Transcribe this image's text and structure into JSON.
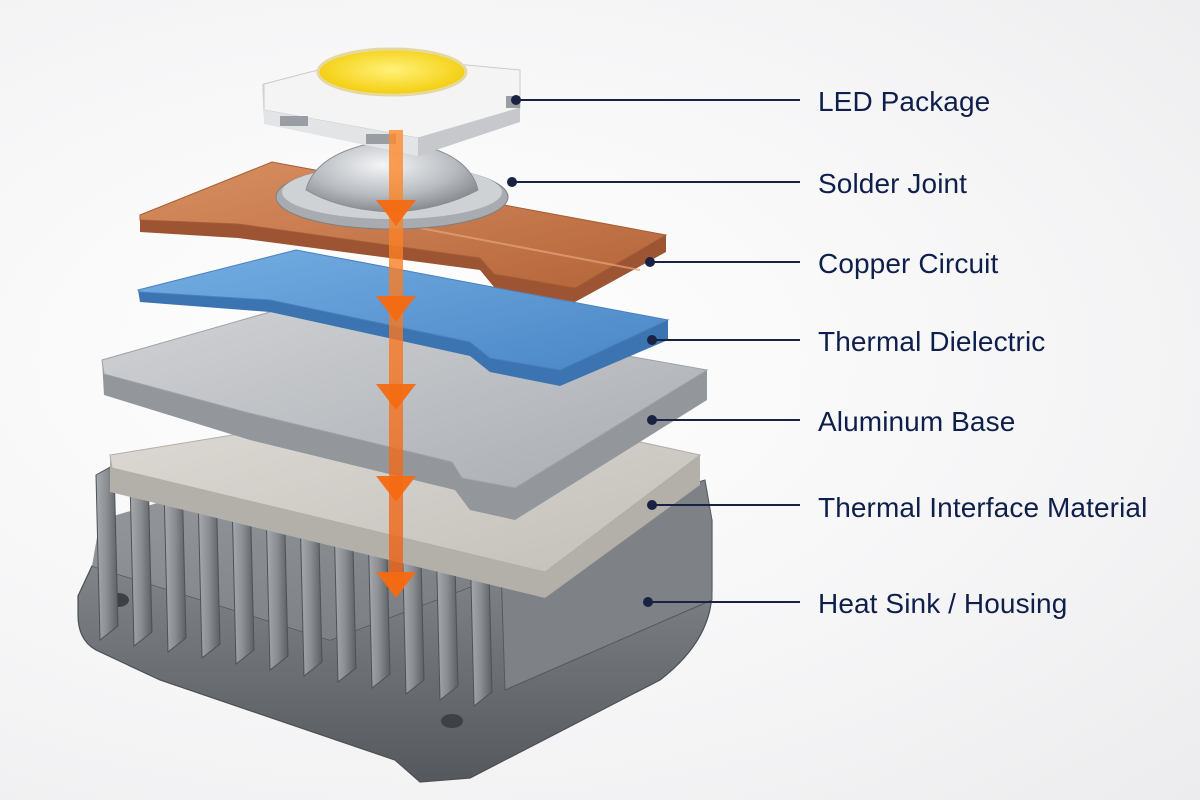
{
  "colors": {
    "label_text": "#0f1f4b",
    "leader_line": "#1a2244",
    "heat_arrow": "#f46a12",
    "copper": "#c8784a",
    "dielectric": "#5a97d4",
    "aluminum": "#b9bcc1",
    "tim": "#cfcbc6",
    "heatsink": "#8d9095",
    "led_emitter": "#f5d90a"
  },
  "icons": {
    "heat_flow": "down-arrow-icon",
    "emitter": "led-emitter-icon"
  },
  "layers": [
    {
      "key": "led_package",
      "label": "LED Package"
    },
    {
      "key": "solder_joint",
      "label": "Solder Joint"
    },
    {
      "key": "copper_circuit",
      "label": "Copper Circuit"
    },
    {
      "key": "thermal_dielectric",
      "label": "Thermal Dielectric"
    },
    {
      "key": "aluminum_base",
      "label": "Aluminum Base"
    },
    {
      "key": "thermal_interface_material",
      "label": "Thermal Interface Material"
    },
    {
      "key": "heat_sink_housing",
      "label": "Heat Sink / Housing"
    }
  ]
}
